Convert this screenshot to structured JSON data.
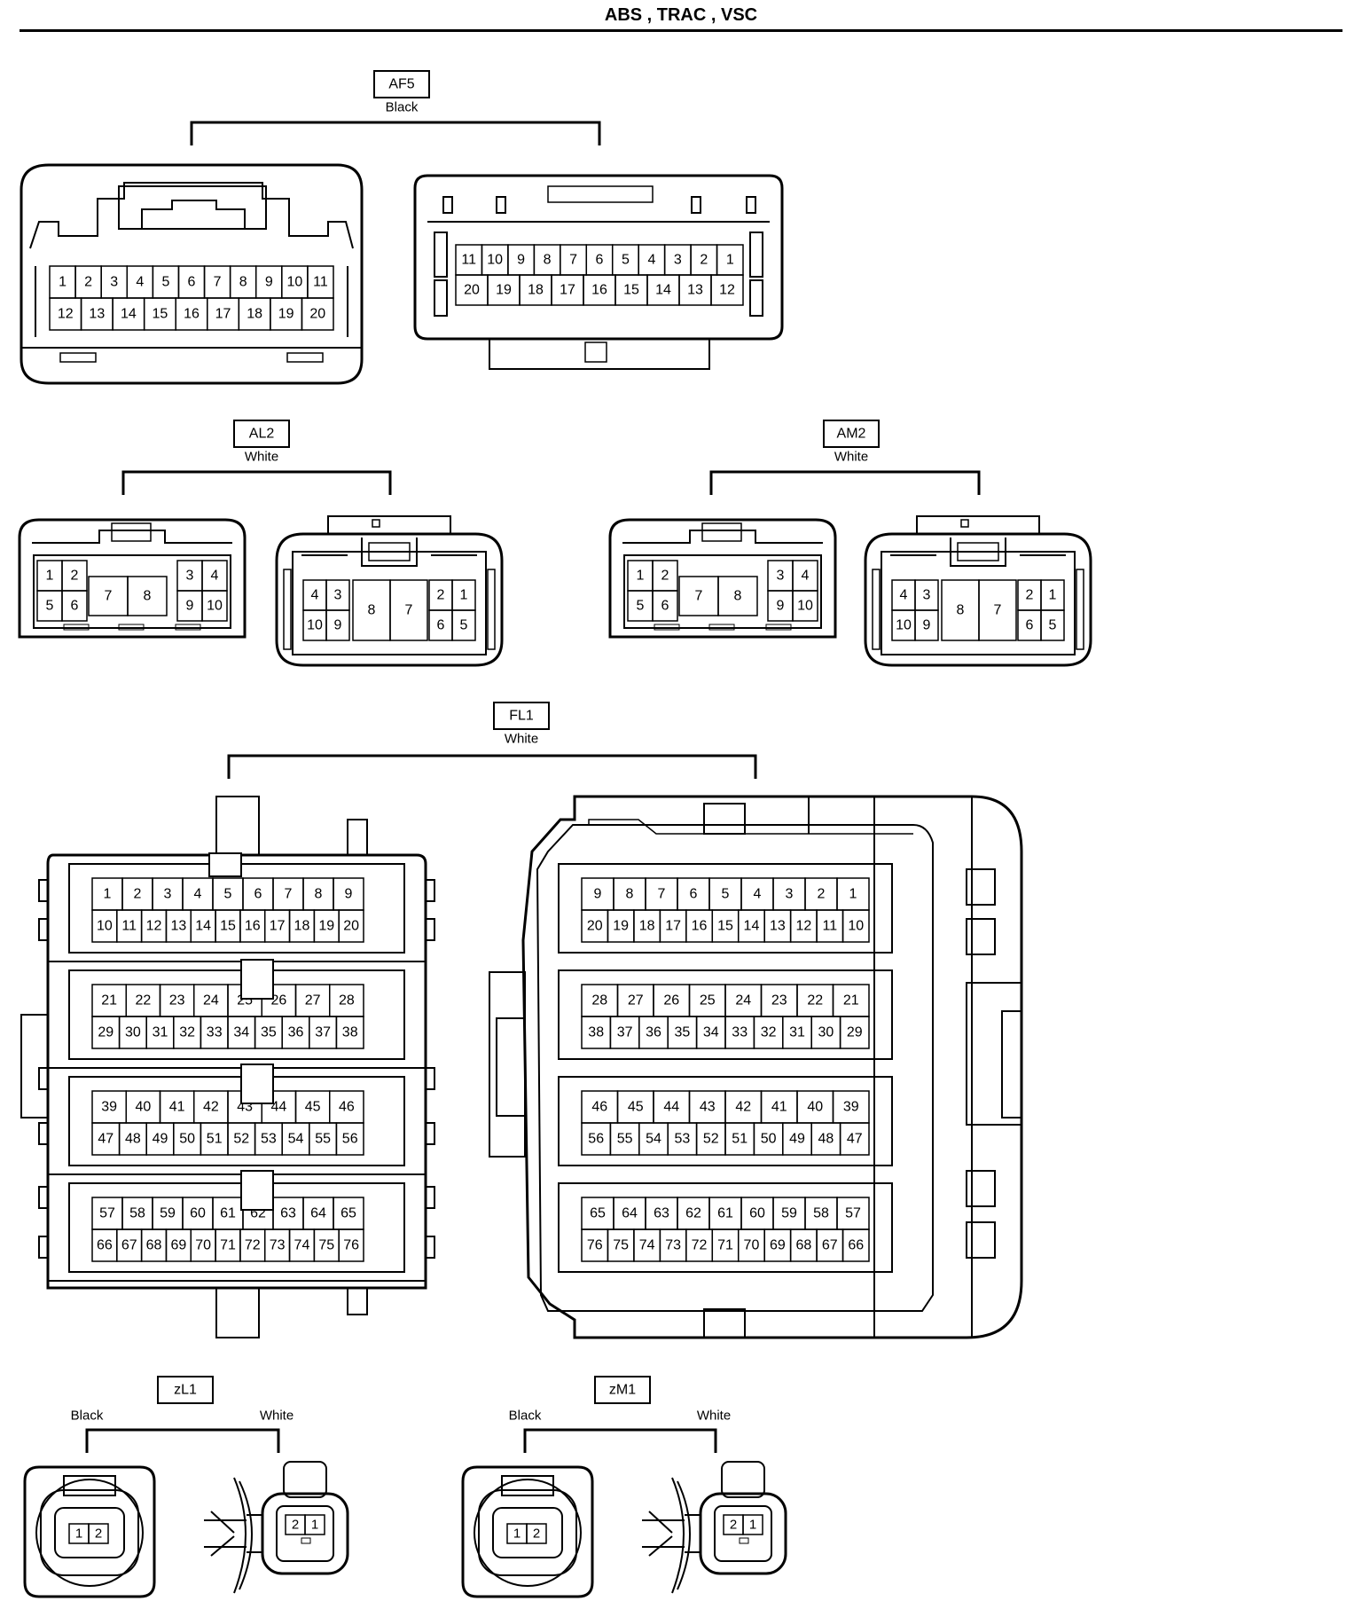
{
  "title": "ABS , TRAC , VSC",
  "connectors": {
    "AF5": {
      "code": "AF5",
      "color": "Black"
    },
    "AL2": {
      "code": "AL2",
      "color": "White"
    },
    "AM2": {
      "code": "AM2",
      "color": "White"
    },
    "FL1": {
      "code": "FL1",
      "color": "White"
    },
    "zL1": {
      "code": "zL1",
      "left_color": "Black",
      "right_color": "White"
    },
    "zM1": {
      "code": "zM1",
      "left_color": "Black",
      "right_color": "White"
    }
  },
  "pins": {
    "af5_left": {
      "top": [
        "1",
        "2",
        "3",
        "4",
        "5",
        "6",
        "7",
        "8",
        "9",
        "10",
        "11"
      ],
      "bottom": [
        "12",
        "13",
        "14",
        "15",
        "16",
        "17",
        "18",
        "19",
        "20"
      ]
    },
    "af5_right": {
      "top": [
        "11",
        "10",
        "9",
        "8",
        "7",
        "6",
        "5",
        "4",
        "3",
        "2",
        "1"
      ],
      "bottom": [
        "20",
        "19",
        "18",
        "17",
        "16",
        "15",
        "14",
        "13",
        "12"
      ]
    },
    "ten_left": {
      "top": [
        "1",
        "2",
        "3",
        "4"
      ],
      "mid": [
        "7",
        "8"
      ],
      "bottom": [
        "5",
        "6",
        "9",
        "10"
      ]
    },
    "ten_right": {
      "top": [
        "4",
        "3",
        "2",
        "1"
      ],
      "mid": [
        "8",
        "7"
      ],
      "bottom": [
        "10",
        "9",
        "6",
        "5"
      ]
    },
    "fl1_left": [
      {
        "top": [
          "1",
          "2",
          "3",
          "4",
          "5",
          "6",
          "7",
          "8",
          "9"
        ],
        "bottom": [
          "10",
          "11",
          "12",
          "13",
          "14",
          "15",
          "16",
          "17",
          "18",
          "19",
          "20"
        ]
      },
      {
        "top": [
          "21",
          "22",
          "23",
          "24",
          "25",
          "26",
          "27",
          "28"
        ],
        "bottom": [
          "29",
          "30",
          "31",
          "32",
          "33",
          "34",
          "35",
          "36",
          "37",
          "38"
        ]
      },
      {
        "top": [
          "39",
          "40",
          "41",
          "42",
          "43",
          "44",
          "45",
          "46"
        ],
        "bottom": [
          "47",
          "48",
          "49",
          "50",
          "51",
          "52",
          "53",
          "54",
          "55",
          "56"
        ]
      },
      {
        "top": [
          "57",
          "58",
          "59",
          "60",
          "61",
          "62",
          "63",
          "64",
          "65"
        ],
        "bottom": [
          "66",
          "67",
          "68",
          "69",
          "70",
          "71",
          "72",
          "73",
          "74",
          "75",
          "76"
        ]
      }
    ],
    "fl1_right": [
      {
        "top": [
          "9",
          "8",
          "7",
          "6",
          "5",
          "4",
          "3",
          "2",
          "1"
        ],
        "bottom": [
          "20",
          "19",
          "18",
          "17",
          "16",
          "15",
          "14",
          "13",
          "12",
          "11",
          "10"
        ]
      },
      {
        "top": [
          "28",
          "27",
          "26",
          "25",
          "24",
          "23",
          "22",
          "21"
        ],
        "bottom": [
          "38",
          "37",
          "36",
          "35",
          "34",
          "33",
          "32",
          "31",
          "30",
          "29"
        ]
      },
      {
        "top": [
          "46",
          "45",
          "44",
          "43",
          "42",
          "41",
          "40",
          "39"
        ],
        "bottom": [
          "56",
          "55",
          "54",
          "53",
          "52",
          "51",
          "50",
          "49",
          "48",
          "47"
        ]
      },
      {
        "top": [
          "65",
          "64",
          "63",
          "62",
          "61",
          "60",
          "59",
          "58",
          "57"
        ],
        "bottom": [
          "76",
          "75",
          "74",
          "73",
          "72",
          "71",
          "70",
          "69",
          "68",
          "67",
          "66"
        ]
      }
    ],
    "two_pin_left": [
      "1",
      "2"
    ],
    "two_pin_right": [
      "2",
      "1"
    ]
  },
  "icons": {
    "connector": "connector-face-icon",
    "release_clip": "release-clip-icon"
  }
}
